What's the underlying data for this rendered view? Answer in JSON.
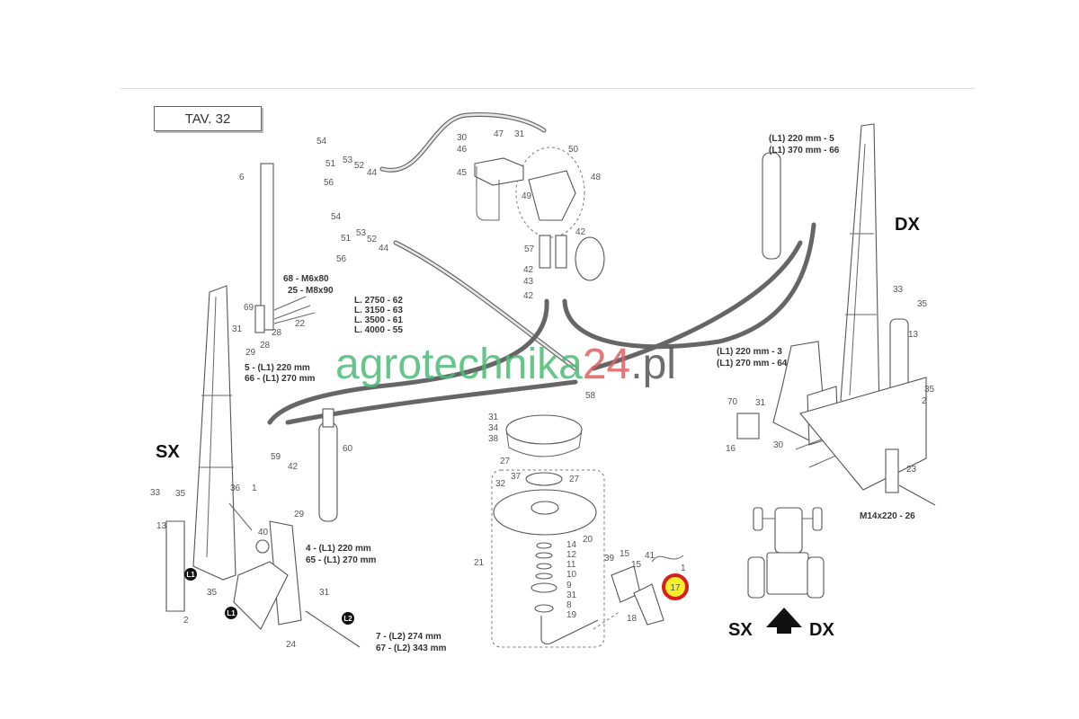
{
  "title": "TAV. 32",
  "watermark": {
    "part1": "agrotechnika",
    "part2": "24",
    "part3": ".pl",
    "colors": {
      "green": "#4dbb78",
      "red": "#e06060",
      "gray": "#555555"
    }
  },
  "side_labels": {
    "sx_left": "SX",
    "dx_right": "DX",
    "sx_bottom": "SX",
    "dx_bottom": "DX"
  },
  "highlight": {
    "label": "17",
    "fill": "#f7ef2a",
    "ring": "#d91c1c"
  },
  "badges": [
    "L1",
    "L1",
    "L2"
  ],
  "callouts": [
    "54",
    "51",
    "53",
    "52",
    "44",
    "56",
    "54",
    "51",
    "53",
    "52",
    "44",
    "56",
    "6",
    "68 - M6x80",
    "25 - M8x90",
    "69",
    "31",
    "22",
    "28",
    "28",
    "29",
    "5 - (L1) 220 mm",
    "66 - (L1) 270 mm",
    "30",
    "47",
    "31",
    "46",
    "45",
    "50",
    "48",
    "49",
    "42",
    "57",
    "42",
    "43",
    "42",
    "L. 2750 - 62",
    "L. 3150 - 63",
    "L. 3500 - 61",
    "L. 4000 - 55",
    "58",
    "(L1) 220 mm - 5",
    "(L1) 370 mm - 66",
    "(L1) 220 mm - 3",
    "(L1) 270 mm - 64",
    "33",
    "35",
    "13",
    "35",
    "2",
    "70",
    "31",
    "16",
    "30",
    "23",
    "M14x220 - 26",
    "33",
    "35",
    "13",
    "36",
    "1",
    "29",
    "40",
    "4 - (L1) 220 mm",
    "65 - (L1) 270 mm",
    "35",
    "2",
    "31",
    "24",
    "7 - (L2) 274 mm",
    "67 - (L2) 343 mm",
    "59",
    "42",
    "60",
    "31",
    "34",
    "38",
    "27",
    "37",
    "27",
    "32",
    "20",
    "14",
    "12",
    "11",
    "10",
    "9",
    "31",
    "8",
    "19",
    "21",
    "39",
    "15",
    "15",
    "41",
    "1",
    "18"
  ]
}
